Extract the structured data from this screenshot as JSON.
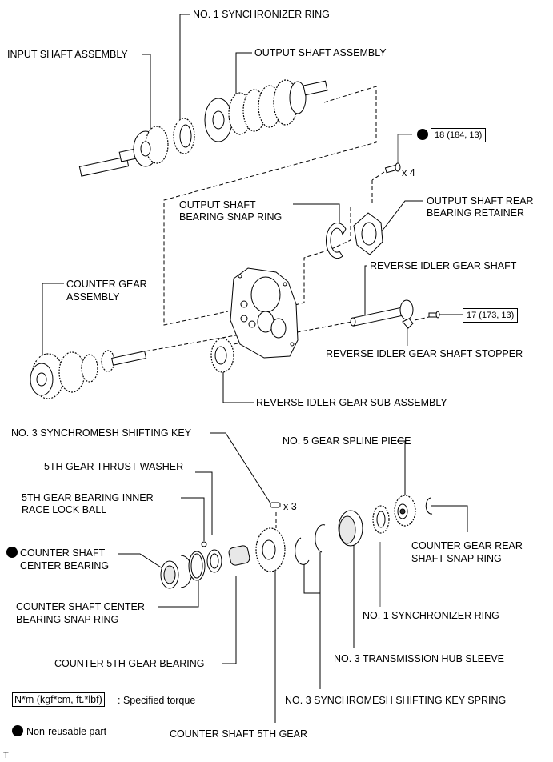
{
  "diagram": {
    "title": "Transmission exploded view",
    "parts": {
      "input_shaft_assembly": "INPUT SHAFT ASSEMBLY",
      "no1_synchronizer_ring_top": "NO. 1 SYNCHRONIZER RING",
      "output_shaft_assembly": "OUTPUT SHAFT ASSEMBLY",
      "output_shaft_bearing_snap_ring_1": "OUTPUT SHAFT",
      "output_shaft_bearing_snap_ring_2": "BEARING SNAP RING",
      "output_shaft_rear_bearing_retainer_1": "OUTPUT SHAFT REAR",
      "output_shaft_rear_bearing_retainer_2": "BEARING RETAINER",
      "reverse_idler_gear_shaft": "REVERSE IDLER GEAR SHAFT",
      "counter_gear_assembly_1": "COUNTER GEAR",
      "counter_gear_assembly_2": "ASSEMBLY",
      "reverse_idler_gear_shaft_stopper": "REVERSE IDLER GEAR SHAFT STOPPER",
      "reverse_idler_gear_sub_assembly": "REVERSE IDLER GEAR SUB-ASSEMBLY",
      "no3_synchromesh_shifting_key": "NO. 3 SYNCHROMESH SHIFTING KEY",
      "no5_gear_spline_piece": "NO. 5 GEAR SPLINE PIECE",
      "fifth_gear_thrust_washer": "5TH GEAR THRUST WASHER",
      "fifth_gear_bearing_inner_race_lock_ball_1": "5TH GEAR BEARING INNER",
      "fifth_gear_bearing_inner_race_lock_ball_2": "RACE LOCK BALL",
      "counter_shaft_center_bearing_1": "COUNTER SHAFT",
      "counter_shaft_center_bearing_2": "CENTER BEARING",
      "counter_gear_rear_shaft_snap_ring_1": "COUNTER GEAR REAR",
      "counter_gear_rear_shaft_snap_ring_2": "SHAFT SNAP RING",
      "counter_shaft_center_bearing_snap_ring_1": "COUNTER SHAFT CENTER",
      "counter_shaft_center_bearing_snap_ring_2": "BEARING SNAP RING",
      "no1_synchronizer_ring_bottom": "NO. 1 SYNCHRONIZER RING",
      "no3_transmission_hub_sleeve": "NO. 3 TRANSMISSION HUB SLEEVE",
      "counter_5th_gear_bearing": "COUNTER 5TH GEAR BEARING",
      "no3_synchromesh_shifting_key_spring": "NO. 3 SYNCHROMESH SHIFTING KEY SPRING",
      "counter_shaft_5th_gear": "COUNTER SHAFT 5TH GEAR"
    },
    "torques": {
      "retainer_bolt": "18 (184, 13)",
      "stopper_bolt": "17 (173, 13)"
    },
    "quantities": {
      "retainer_bolt": "x 4",
      "shifting_key": "x 3"
    },
    "legend": {
      "torque_box": "N*m (kgf*cm, ft.*lbf)",
      "torque_text": ": Specified torque",
      "non_reusable_text": "Non-reusable part"
    },
    "footer_mark": "T"
  }
}
